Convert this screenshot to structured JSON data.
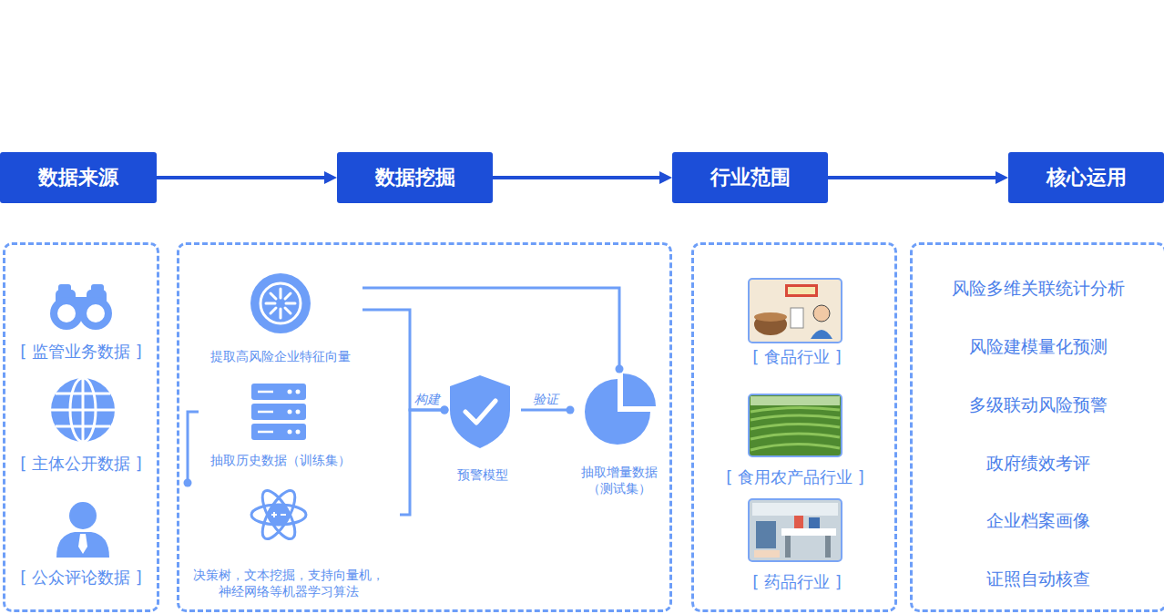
{
  "diagram": {
    "nodes": [
      {
        "text": [
          "数据来源"
        ]
      },
      {
        "text": [
          "数据挖掘"
        ]
      },
      {
        "text": [
          "行业范围"
        ]
      },
      {
        "text": [
          "核心运用"
        ]
      },
      {
        "text": []
      },
      {
        "text": [
          "[ 监管业务数据 ]"
        ],
        "in": 4
      },
      {
        "text": [
          "[ 主体公开数据 ]"
        ],
        "in": 4
      },
      {
        "text": [
          "[ 公众评论数据 ]"
        ],
        "in": 4
      },
      {
        "text": []
      },
      {
        "text": [
          "提取高风险企业特征向量"
        ],
        "in": 8
      },
      {
        "text": [
          "抽取历史数据（训练集）"
        ],
        "in": 8
      },
      {
        "text": [
          "决策树，文本挖掘，支持向量机， 神经网络等机器学习算法"
        ],
        "in": 8
      },
      {
        "text": [
          "预警模型"
        ],
        "in": 8
      },
      {
        "text": [
          "抽取增量数据 （测试集）"
        ],
        "in": 8
      },
      {
        "text": []
      },
      {
        "text": [
          "[ 食品行业 ]"
        ],
        "in": 14
      },
      {
        "text": [
          "[ 食用农产品行业 ]"
        ],
        "in": 14
      },
      {
        "text": [
          "[ 药品行业 ]"
        ],
        "in": 14
      },
      {
        "text": [
          "风险多维关联统计分析",
          "风险建模量化预测",
          "多级联动风险预警",
          "政府绩效考评",
          "企业档案画像",
          "证照自动核查"
        ]
      }
    ],
    "edges": [
      {
        "from": 0,
        "to": 1,
        "arrow": "to"
      },
      {
        "from": 1,
        "to": 2,
        "arrow": "to"
      },
      {
        "from": 2,
        "to": 3,
        "arrow": "to"
      },
      {
        "from": 9,
        "to": 12,
        "label": "构建",
        "arrow": "to"
      },
      {
        "from": 11,
        "to": 12,
        "arrow": "to"
      },
      {
        "from": 12,
        "to": 13,
        "label": "验证",
        "arrow": "to"
      },
      {
        "from": 9,
        "to": 13,
        "arrow": "to"
      },
      {
        "from": 10,
        "to": 11,
        "arrow": "to"
      }
    ]
  }
}
